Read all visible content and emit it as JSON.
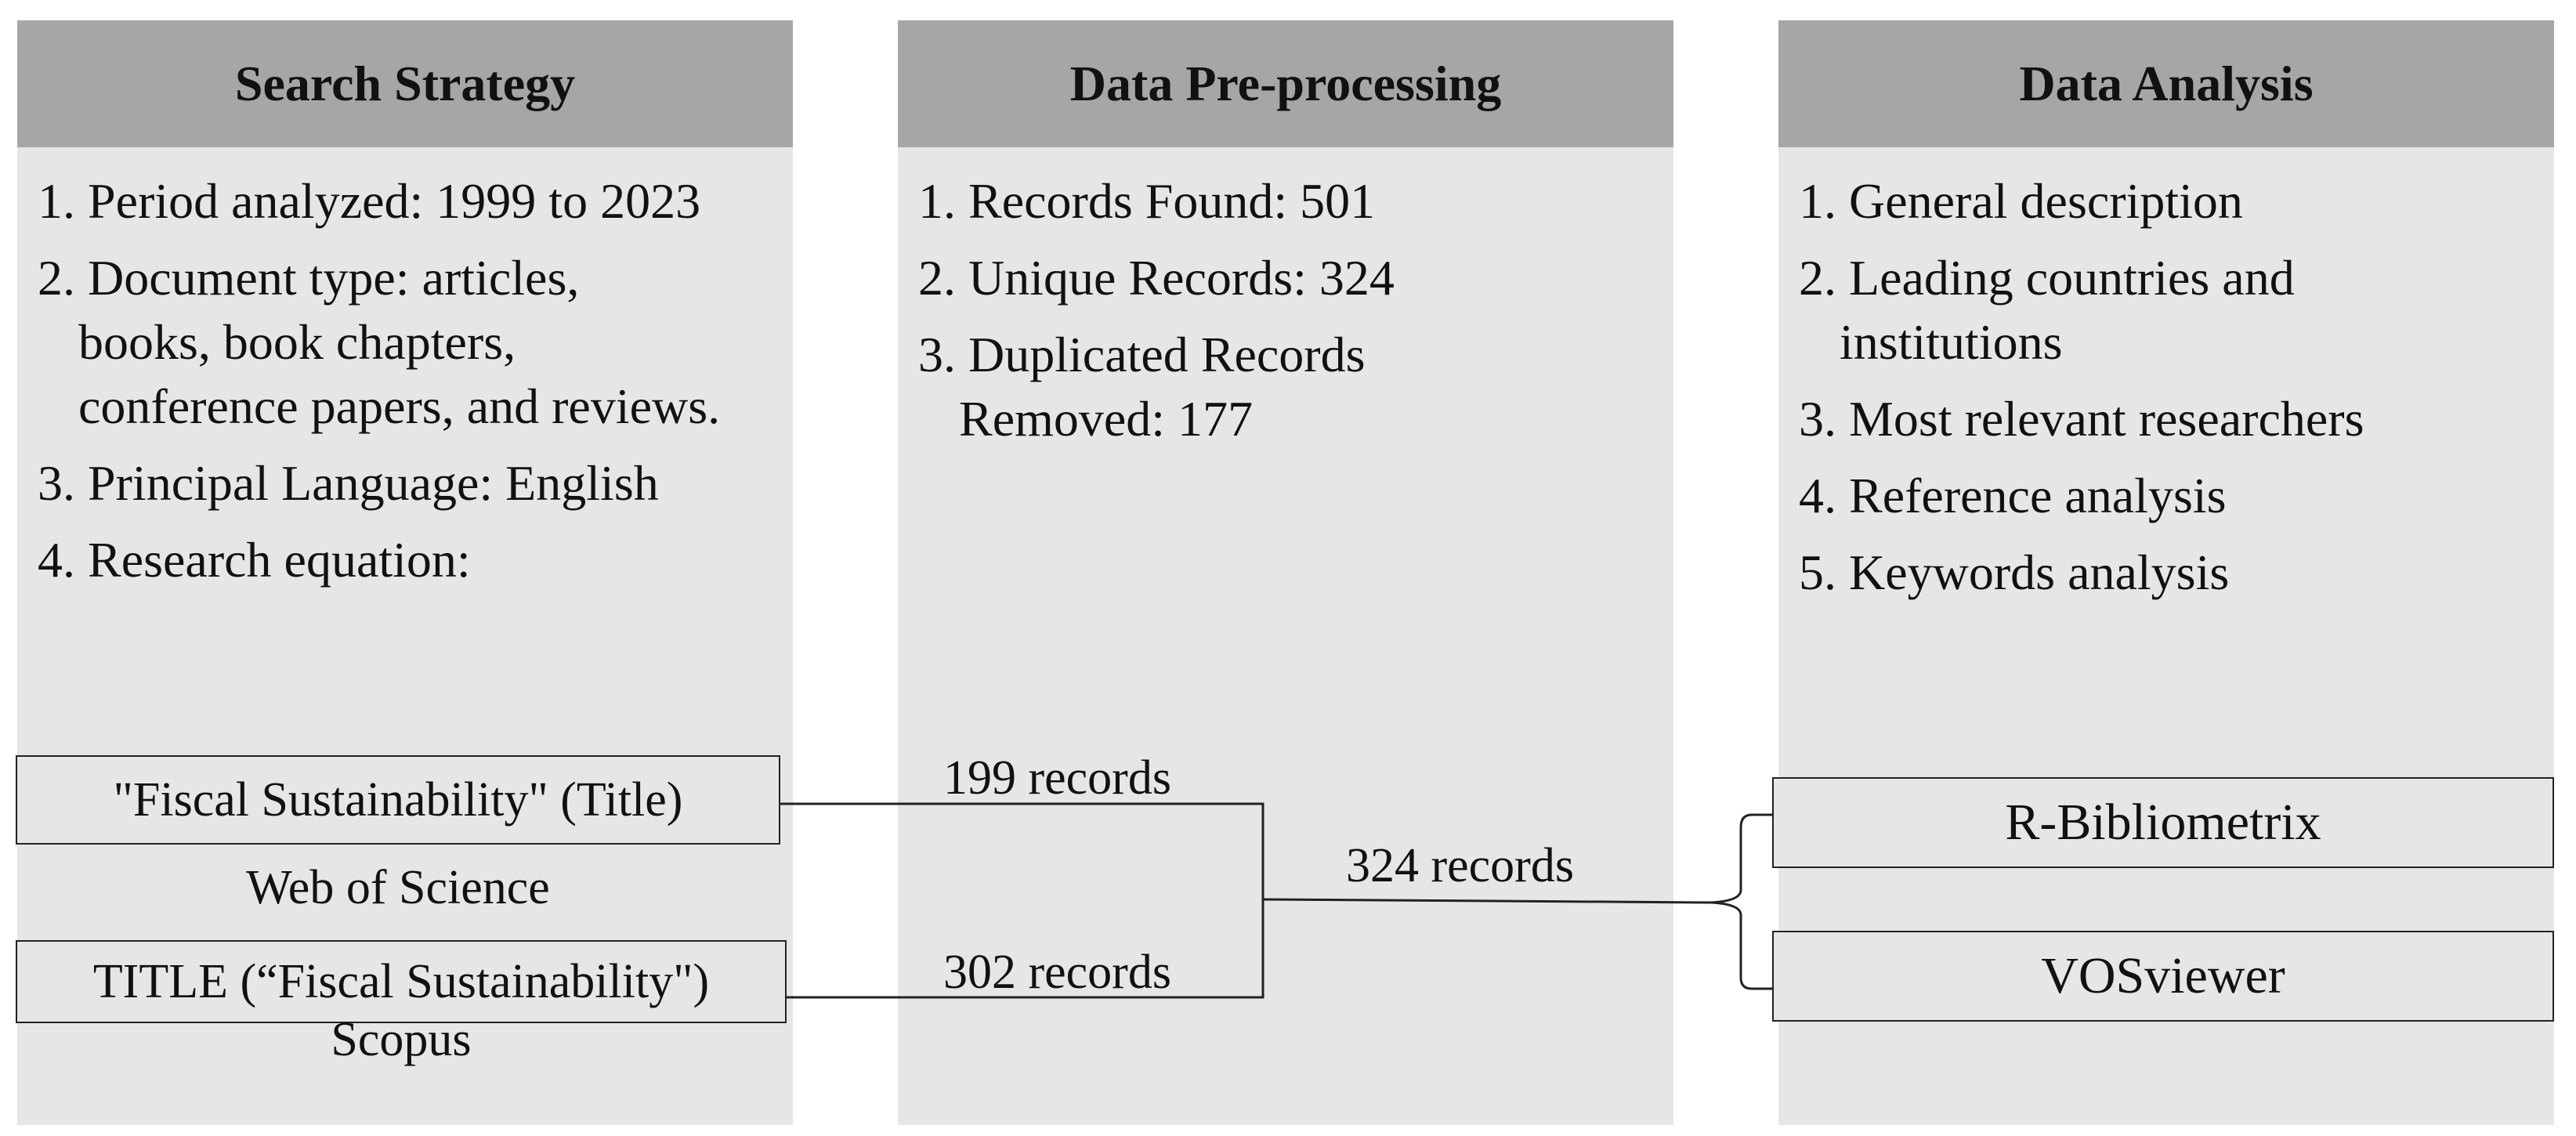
{
  "columns": [
    {
      "title": "Search Strategy",
      "items": [
        "1. Period analyzed: 1999 to 2023",
        "2. Document type: articles, books, book chapters, conference papers, and reviews.",
        "3. Principal Language: English",
        "4. Research equation:"
      ]
    },
    {
      "title": "Data Pre-processing",
      "items": [
        "1. Records Found: 501",
        "2. Unique Records: 324",
        "3. Duplicated Records Removed: 177"
      ]
    },
    {
      "title": "Data Analysis",
      "items": [
        "1. General description",
        "2. Leading countries and institutions",
        "3. Most relevant researchers",
        "4. Reference analysis",
        "5. Keywords analysis"
      ]
    }
  ],
  "sources": [
    {
      "query": "\"Fiscal Sustainability\" (Title)",
      "database": "Web of Science",
      "records": "199 records"
    },
    {
      "query": "TITLE (“Fiscal Sustainability\")",
      "database": "Scopus",
      "records": "302 records"
    }
  ],
  "merged_records": "324 records",
  "tools": [
    "R-Bibliometrix",
    "VOSviewer"
  ]
}
